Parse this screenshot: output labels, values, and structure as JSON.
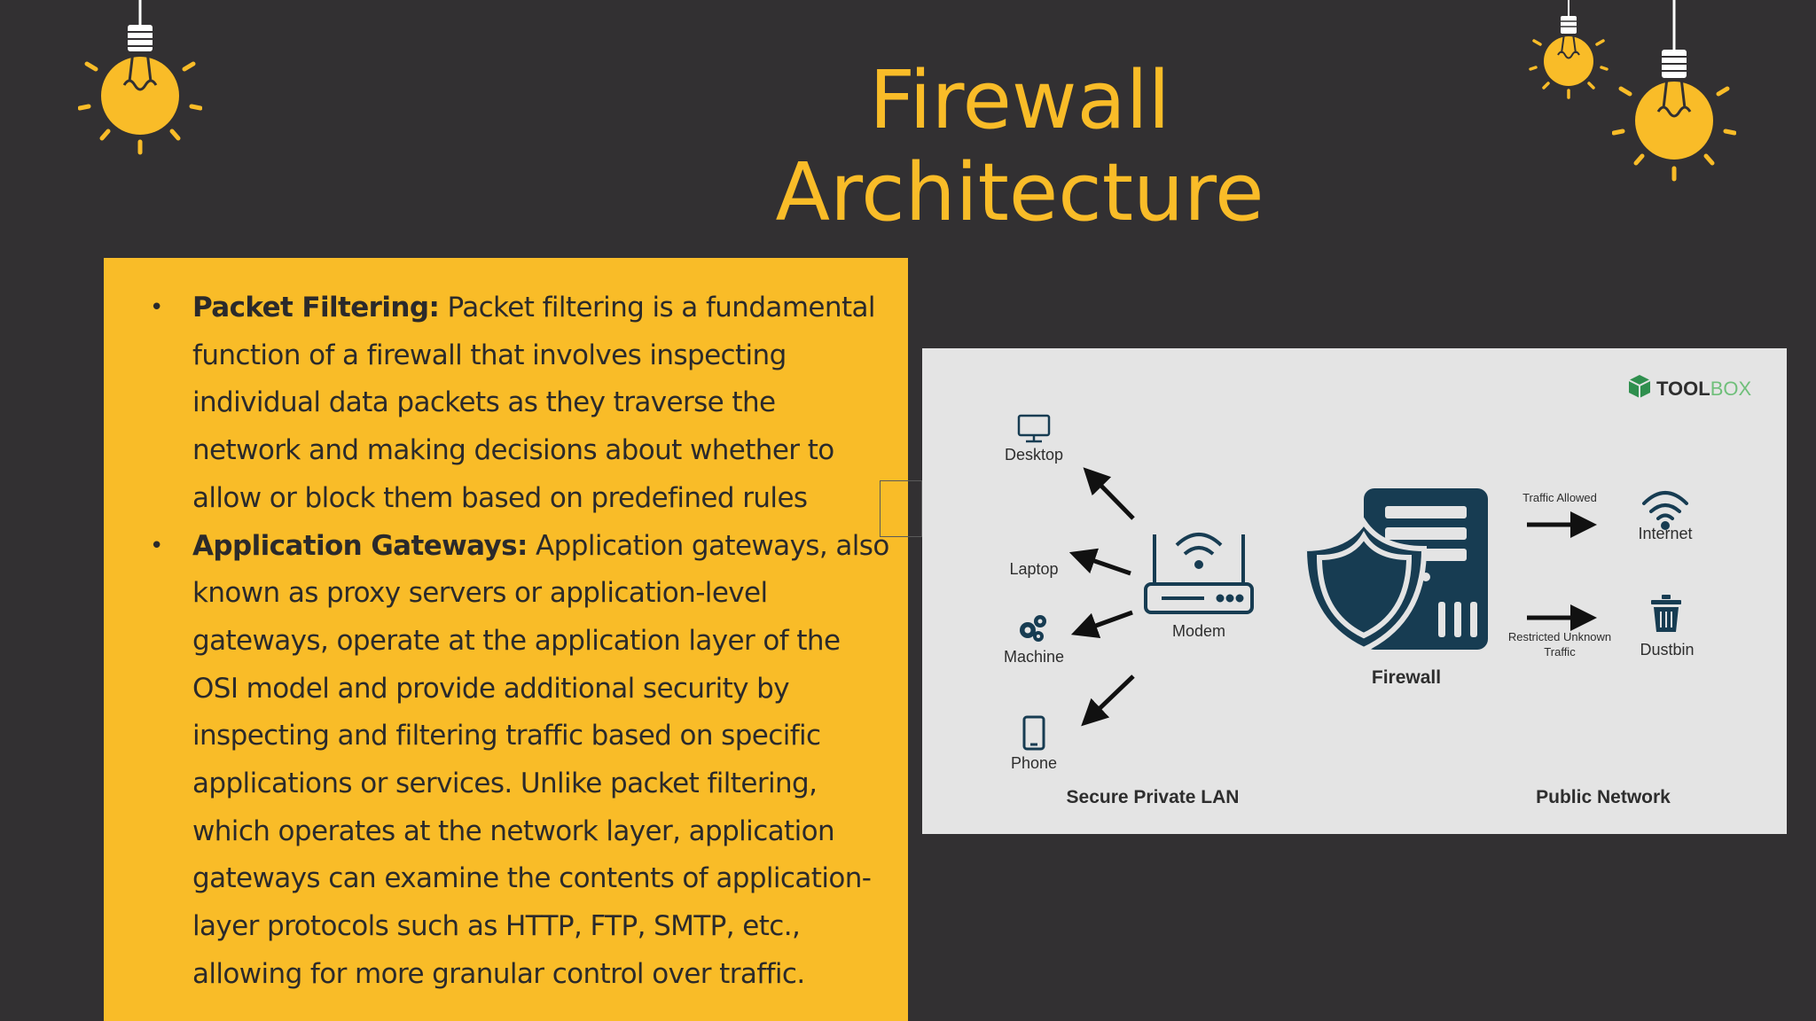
{
  "slide": {
    "title_lines": [
      "Firewall",
      "Architecture"
    ],
    "bullets": [
      {
        "term": "Packet Filtering:",
        "text": " Packet filtering is a fundamental function of a firewall that involves inspecting individual data packets as they traverse the network and making decisions about whether to allow or block them based on predefined rules"
      },
      {
        "term": "Application Gateways:",
        "text": " Application gateways, also known as proxy servers or application-level gateways, operate at the application layer of the OSI model and provide additional security by inspecting and filtering traffic based on specific applications or services. Unlike packet filtering, which operates at the network layer, application gateways can examine the contents of application-layer protocols such as HTTP, FTP, SMTP, etc., allowing for more granular control over traffic."
      }
    ]
  },
  "diagram": {
    "brand": {
      "part1": "TOOL",
      "part2": "BOX"
    },
    "lan_devices": {
      "desktop": "Desktop",
      "laptop": "Laptop",
      "machine": "Machine",
      "phone": "Phone"
    },
    "modem": "Modem",
    "firewall": "Firewall",
    "traffic_allowed": "Traffic Allowed",
    "restricted_line1": "Restricted Unknown",
    "restricted_line2": "Traffic",
    "internet": "Internet",
    "dustbin": "Dustbin",
    "secure_lan": "Secure Private LAN",
    "public_network": "Public Network"
  },
  "colors": {
    "background": "#323032",
    "accent": "#F9BC28",
    "diagram_bg": "#e4e4e4",
    "firewall_navy": "#173c52",
    "brand_green": "#2f8f4e"
  },
  "icons": [
    "light-bulb-icon",
    "desktop-icon",
    "laptop-icon",
    "gears-icon",
    "phone-icon",
    "router-icon",
    "shield-icon",
    "server-icon",
    "wifi-icon",
    "trash-icon"
  ]
}
